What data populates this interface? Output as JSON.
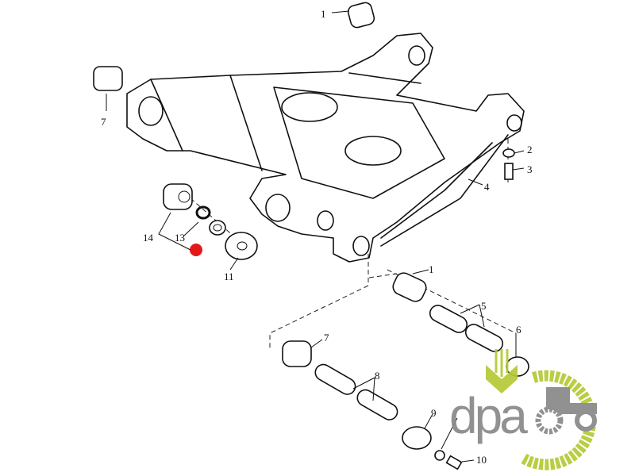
{
  "diagram": {
    "callouts": {
      "c1_top": "1",
      "c7_left": "7",
      "c2": "2",
      "c3": "3",
      "c4": "4",
      "c14": "14",
      "c13": "13",
      "c11": "11",
      "c1_bottom": "1",
      "c5": "5",
      "c6": "6",
      "c7_bottom": "7",
      "c8": "8",
      "c9": "9",
      "c10": "10"
    },
    "marker_color": "#e00000"
  },
  "logo": {
    "text": "dpa",
    "text_color": "#888888",
    "accent_color": "#b5c935"
  }
}
